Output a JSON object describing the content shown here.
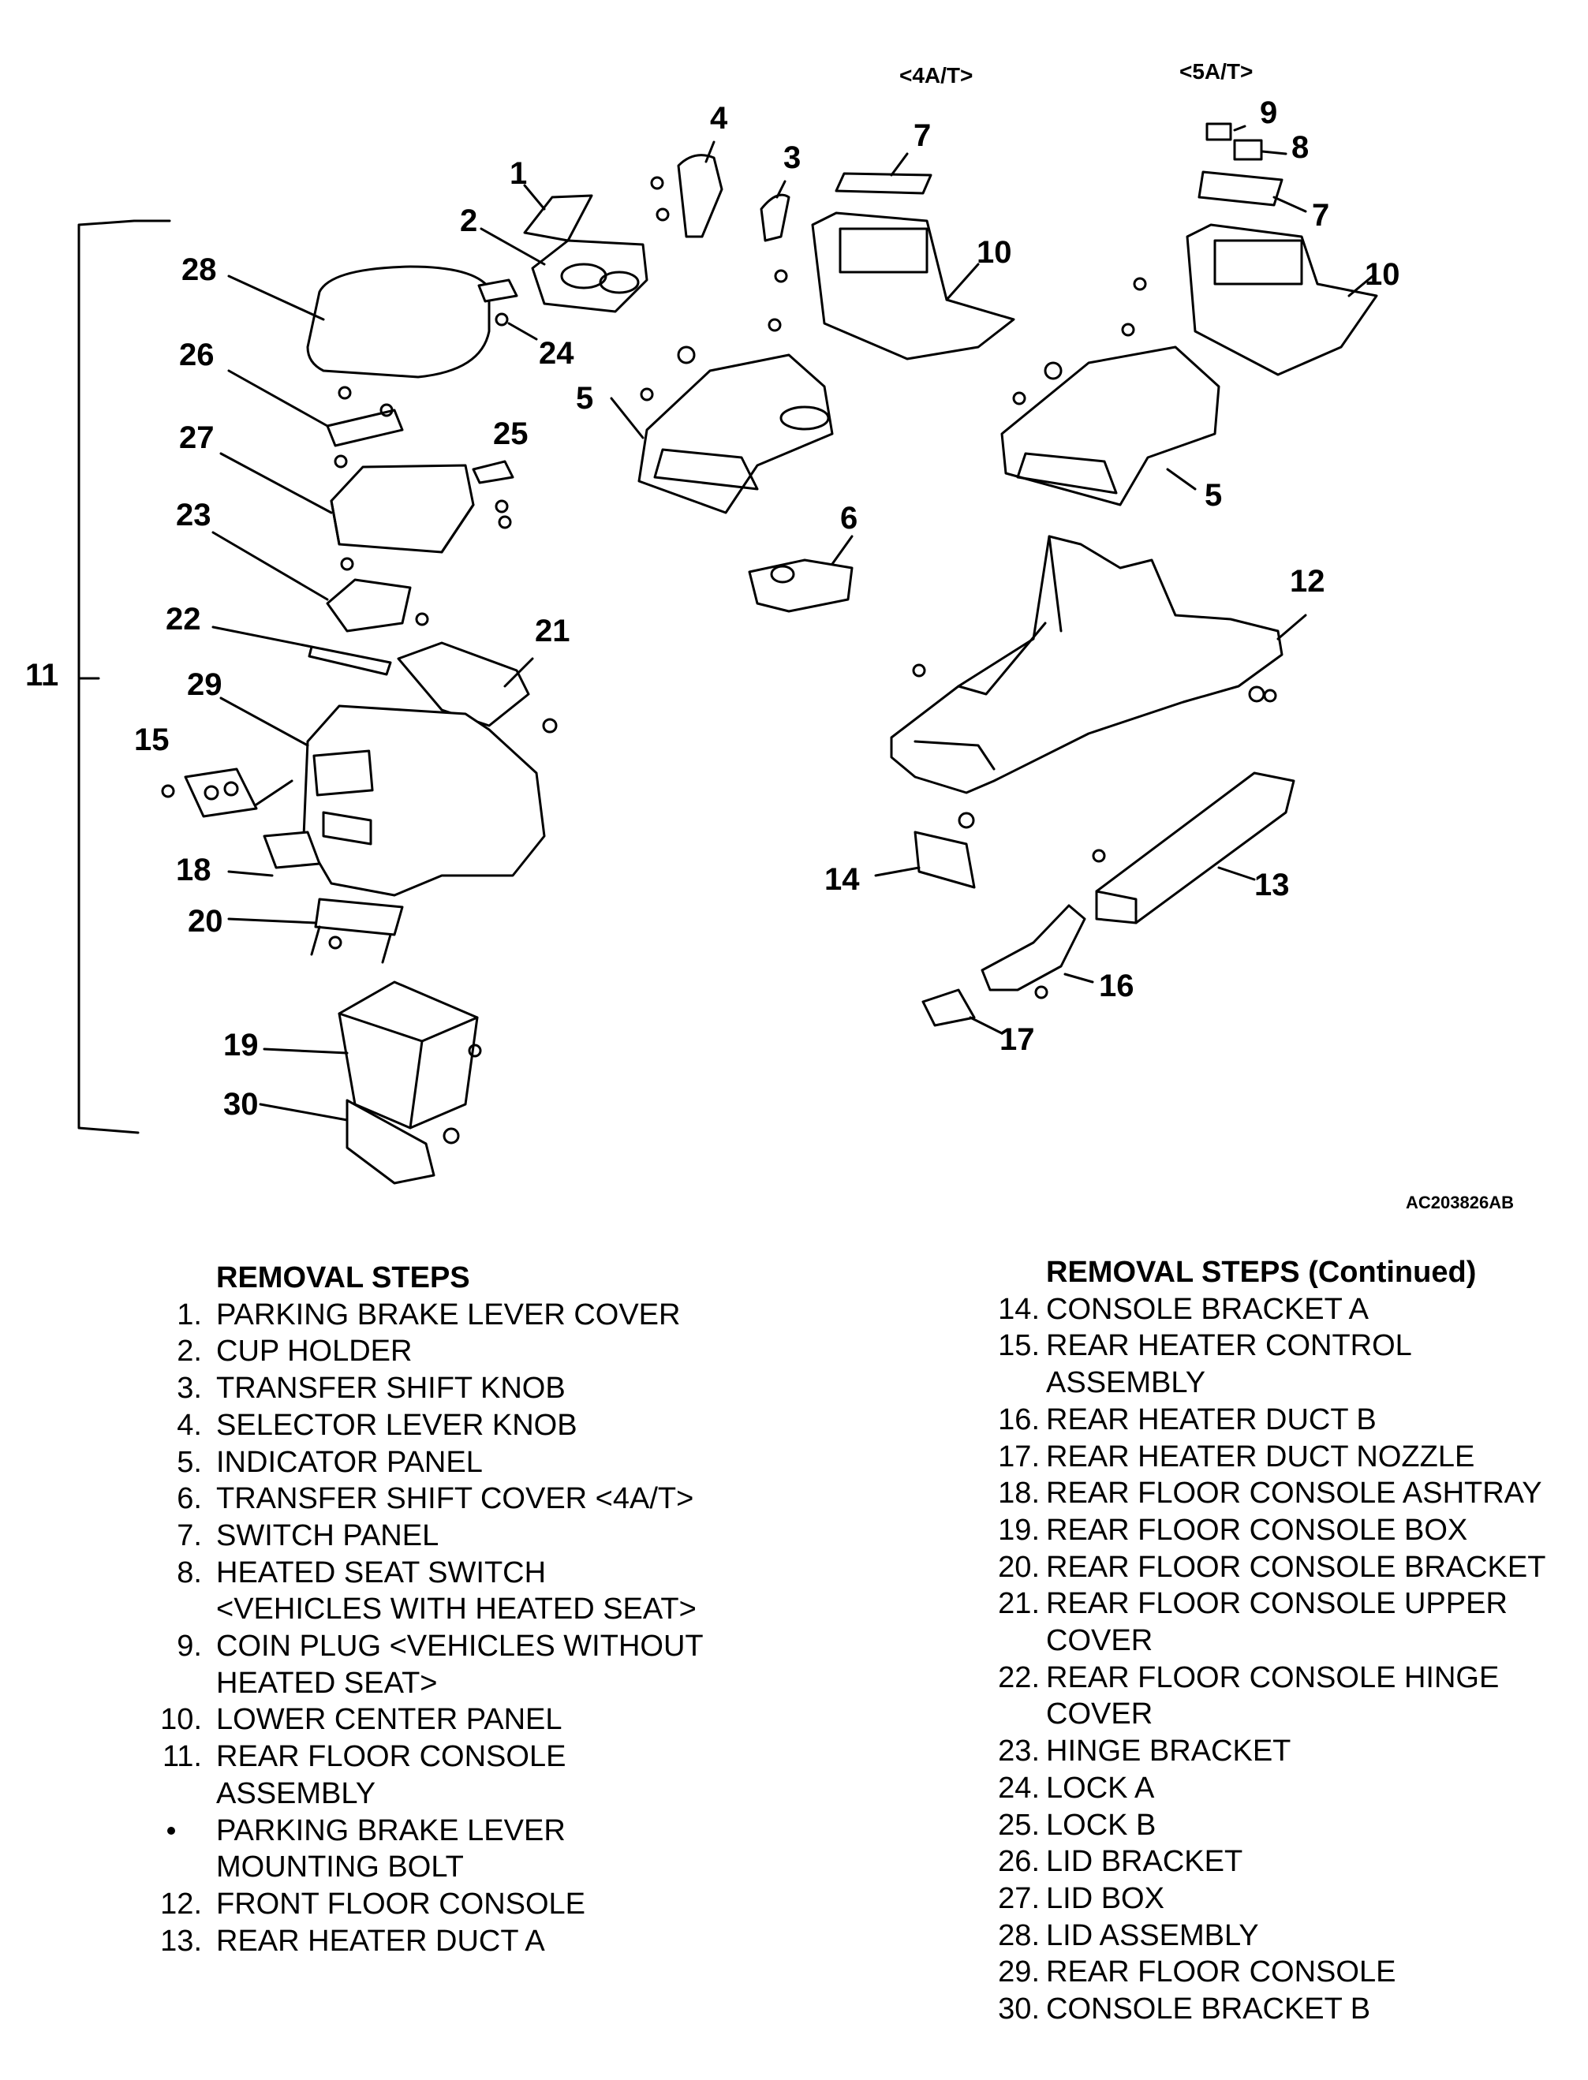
{
  "diagram": {
    "variant_labels": [
      "<4A/T>",
      "<5A/T>"
    ],
    "figure_code": "AC203826AB",
    "callouts": {
      "c1": "1",
      "c2": "2",
      "c3": "3",
      "c4": "4",
      "c5a": "5",
      "c5b": "5",
      "c6": "6",
      "c7a": "7",
      "c7b": "7",
      "c8": "8",
      "c9": "9",
      "c10a": "10",
      "c10b": "10",
      "c11": "11",
      "c12": "12",
      "c13": "13",
      "c14": "14",
      "c15": "15",
      "c16": "16",
      "c17": "17",
      "c18": "18",
      "c19": "19",
      "c20": "20",
      "c21": "21",
      "c22": "22",
      "c23": "23",
      "c24": "24",
      "c25": "25",
      "c26": "26",
      "c27": "27",
      "c28": "28",
      "c29": "29",
      "c30": "30"
    }
  },
  "removal_steps": {
    "heading": "REMOVAL STEPS",
    "items": [
      {
        "num": "1.",
        "text": "PARKING BRAKE LEVER COVER"
      },
      {
        "num": "2.",
        "text": "CUP HOLDER"
      },
      {
        "num": "3.",
        "text": "TRANSFER SHIFT KNOB"
      },
      {
        "num": "4.",
        "text": "SELECTOR LEVER KNOB"
      },
      {
        "num": "5.",
        "text": "INDICATOR PANEL"
      },
      {
        "num": "6.",
        "text": "TRANSFER SHIFT COVER <4A/T>"
      },
      {
        "num": "7.",
        "text": "SWITCH PANEL"
      },
      {
        "num": "8.",
        "text": "HEATED SEAT SWITCH",
        "cont": "<VEHICLES WITH HEATED SEAT>"
      },
      {
        "num": "9.",
        "text": "COIN PLUG <VEHICLES WITHOUT",
        "cont": "HEATED SEAT>"
      },
      {
        "num": "10.",
        "text": "LOWER CENTER PANEL"
      },
      {
        "num": "11.",
        "text": "REAR FLOOR CONSOLE",
        "cont": "ASSEMBLY"
      },
      {
        "num": "",
        "bullet": true,
        "text": "PARKING BRAKE LEVER",
        "cont": "MOUNTING BOLT"
      },
      {
        "num": "12.",
        "text": "FRONT FLOOR CONSOLE"
      },
      {
        "num": "13.",
        "text": "REAR HEATER DUCT A"
      }
    ]
  },
  "removal_steps_continued": {
    "heading": "REMOVAL STEPS (Continued)",
    "items": [
      {
        "num": "14.",
        "text": "CONSOLE BRACKET A"
      },
      {
        "num": "15.",
        "text": "REAR HEATER CONTROL",
        "cont": "ASSEMBLY"
      },
      {
        "num": "16.",
        "text": "REAR HEATER DUCT B"
      },
      {
        "num": "17.",
        "text": "REAR HEATER DUCT NOZZLE"
      },
      {
        "num": "18.",
        "text": "REAR FLOOR CONSOLE ASHTRAY"
      },
      {
        "num": "19.",
        "text": "REAR FLOOR CONSOLE BOX"
      },
      {
        "num": "20.",
        "text": "REAR FLOOR CONSOLE BRACKET"
      },
      {
        "num": "21.",
        "text": "REAR FLOOR CONSOLE UPPER",
        "cont": "COVER"
      },
      {
        "num": "22.",
        "text": "REAR FLOOR CONSOLE HINGE",
        "cont": "COVER"
      },
      {
        "num": "23.",
        "text": "HINGE BRACKET"
      },
      {
        "num": "24.",
        "text": "LOCK A"
      },
      {
        "num": "25.",
        "text": "LOCK B"
      },
      {
        "num": "26.",
        "text": "LID BRACKET"
      },
      {
        "num": "27.",
        "text": "LID BOX"
      },
      {
        "num": "28.",
        "text": "LID ASSEMBLY"
      },
      {
        "num": "29.",
        "text": "REAR FLOOR CONSOLE"
      },
      {
        "num": "30.",
        "text": "CONSOLE BRACKET B"
      }
    ]
  }
}
